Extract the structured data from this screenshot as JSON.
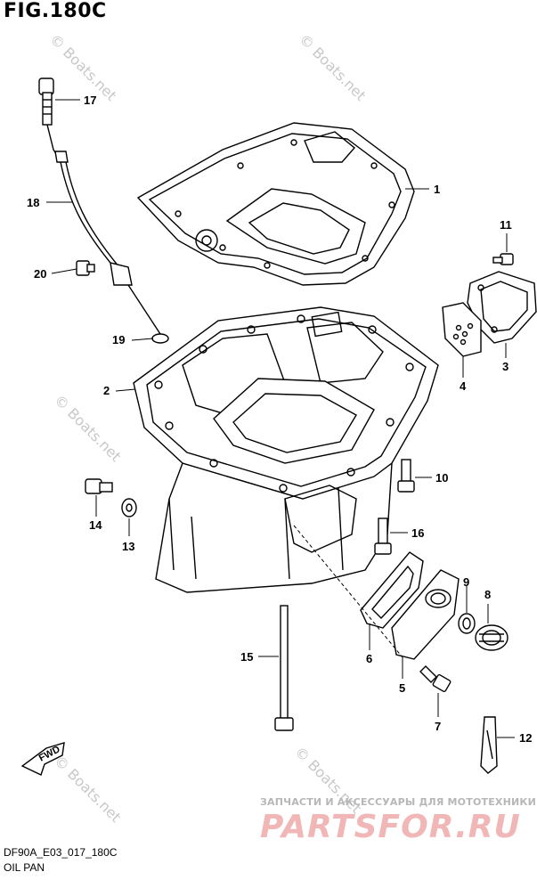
{
  "figure": {
    "title": "FIG.180C",
    "code": "DF90A_E03_017_180C",
    "name": "OIL PAN"
  },
  "watermark": {
    "text": "© Boats.net",
    "brand_top": "ЗАПЧАСТИ И АКСЕССУАРЫ ДЛЯ МОТОТЕХНИКИ",
    "brand_main": "PARTSFOR.RU"
  },
  "fwd_label": "FWD",
  "parts": [
    {
      "num": "1"
    },
    {
      "num": "2"
    },
    {
      "num": "3"
    },
    {
      "num": "4"
    },
    {
      "num": "5"
    },
    {
      "num": "6"
    },
    {
      "num": "7"
    },
    {
      "num": "8"
    },
    {
      "num": "9"
    },
    {
      "num": "10"
    },
    {
      "num": "11"
    },
    {
      "num": "12"
    },
    {
      "num": "13"
    },
    {
      "num": "14"
    },
    {
      "num": "15"
    },
    {
      "num": "16"
    },
    {
      "num": "17"
    },
    {
      "num": "18"
    },
    {
      "num": "19"
    },
    {
      "num": "20"
    }
  ],
  "colors": {
    "line": "#000000",
    "watermark": "#c8c8c8",
    "brand": "#f1b6b6"
  }
}
